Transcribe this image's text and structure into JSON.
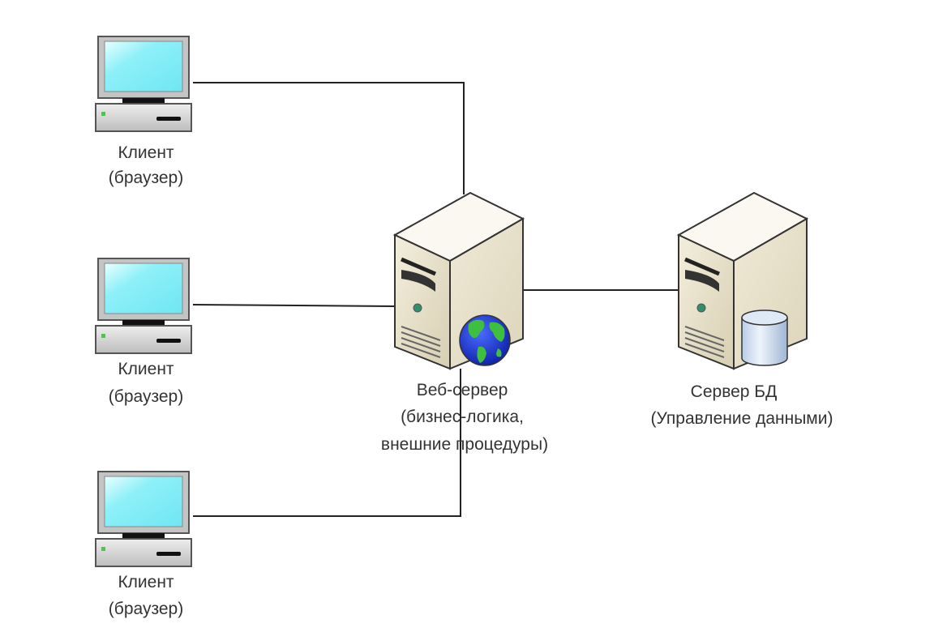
{
  "clients": [
    {
      "label_line1": "Клиент",
      "label_line2": "(браузер)"
    },
    {
      "label_line1": "Клиент",
      "label_line2": "(браузер)"
    },
    {
      "label_line1": "Клиент",
      "label_line2": "(браузер)"
    }
  ],
  "web_server": {
    "label_line1": "Веб-сервер",
    "label_line2": "(бизнес-логика,",
    "label_line3": "внешние процедуры)",
    "icon": "globe-icon"
  },
  "db_server": {
    "label_line1": "Сервер БД",
    "label_line2": "(Управление данными)",
    "icon": "database-cylinder-icon"
  },
  "colors": {
    "screen": "#8ef0f8",
    "server": "#e6dfc8",
    "globe_ocean": "#1f3fe0",
    "globe_land": "#3fbf3f",
    "line": "#222222"
  }
}
